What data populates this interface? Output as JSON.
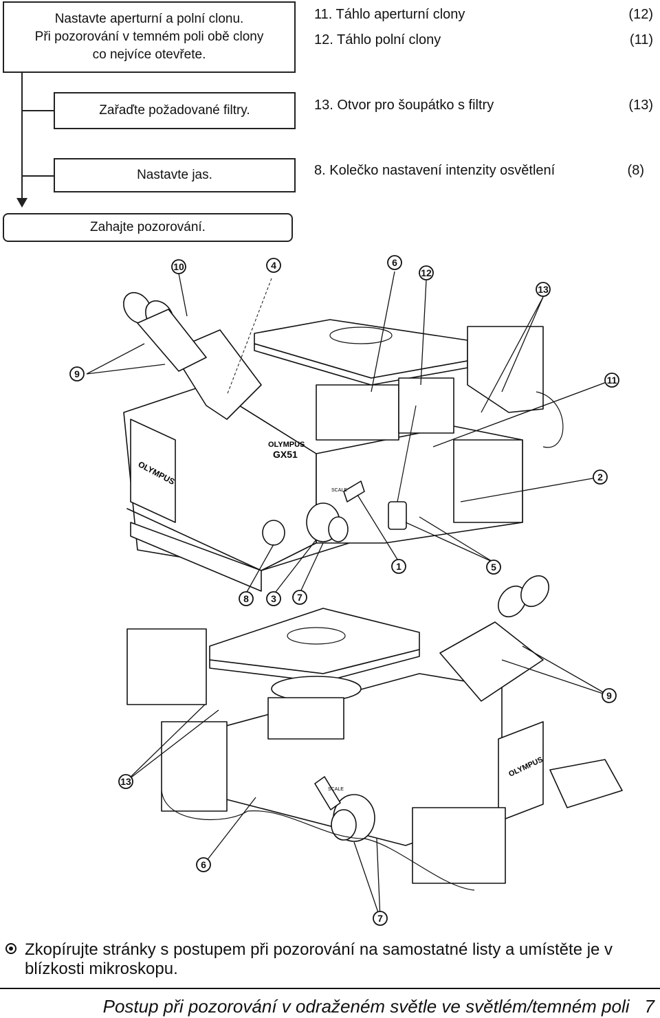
{
  "flow": {
    "step1": "Nastavte aperturní a polní clonu.",
    "step1_line2": "Při pozorování v temném poli obě clony",
    "step1_line3": "co nejvíce otevřete.",
    "step2": "Zařaďte požadované filtry.",
    "step3": "Nastavte jas.",
    "step4": "Zahajte pozorování."
  },
  "controls": [
    {
      "label": "11.  Táhlo aperturní clony",
      "ref": "(12)"
    },
    {
      "label": "12.  Táhlo polní clony",
      "ref": "(11)"
    },
    {
      "label": "13.  Otvor pro šoupátko s filtry",
      "ref": "(13)"
    },
    {
      "label": "8.  Kolečko nastavení intenzity osvětlení",
      "ref": "(8)"
    }
  ],
  "illustration": {
    "brand": "OLYMPUS",
    "model": "GX51",
    "scale_label": "SCALE",
    "callouts_top": [
      "10",
      "4",
      "6",
      "12",
      "13",
      "9",
      "11",
      "2",
      "1",
      "5",
      "8",
      "3",
      "7"
    ],
    "callouts_bottom": [
      "9",
      "13",
      "6",
      "7"
    ]
  },
  "note": {
    "icon": "note-circle-icon",
    "text": "Zkopírujte stránky s postupem při pozorování na samostatné listy a umístěte je v blízkosti mikroskopu."
  },
  "footer": {
    "title": "Postup při pozorování v odraženém světle ve světlém/temném poli",
    "page": "7"
  }
}
